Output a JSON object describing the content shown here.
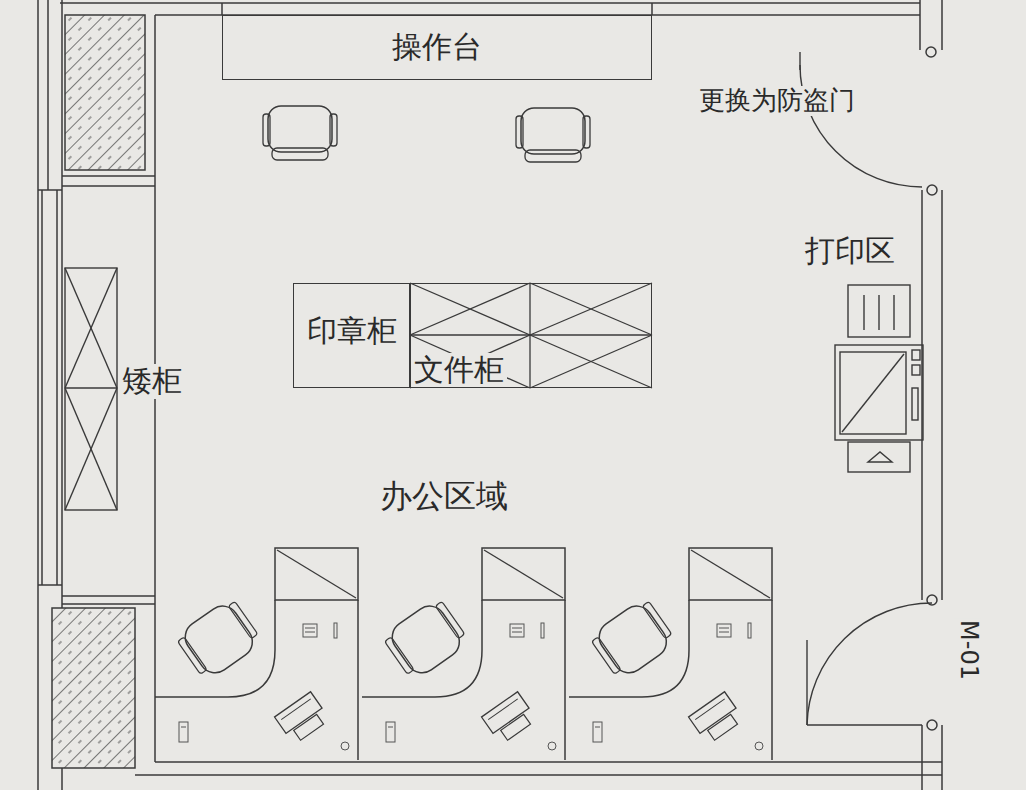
{
  "diagram": {
    "nodes": [
      {
        "text": [
          "操作台"
        ]
      },
      {
        "text": [
          "印章柜"
        ]
      },
      {
        "text": [
          "文件柜"
        ]
      }
    ],
    "labels": [
      "更换为防盗门",
      "打印区",
      "矮柜",
      "办公区域",
      "M-01"
    ]
  }
}
